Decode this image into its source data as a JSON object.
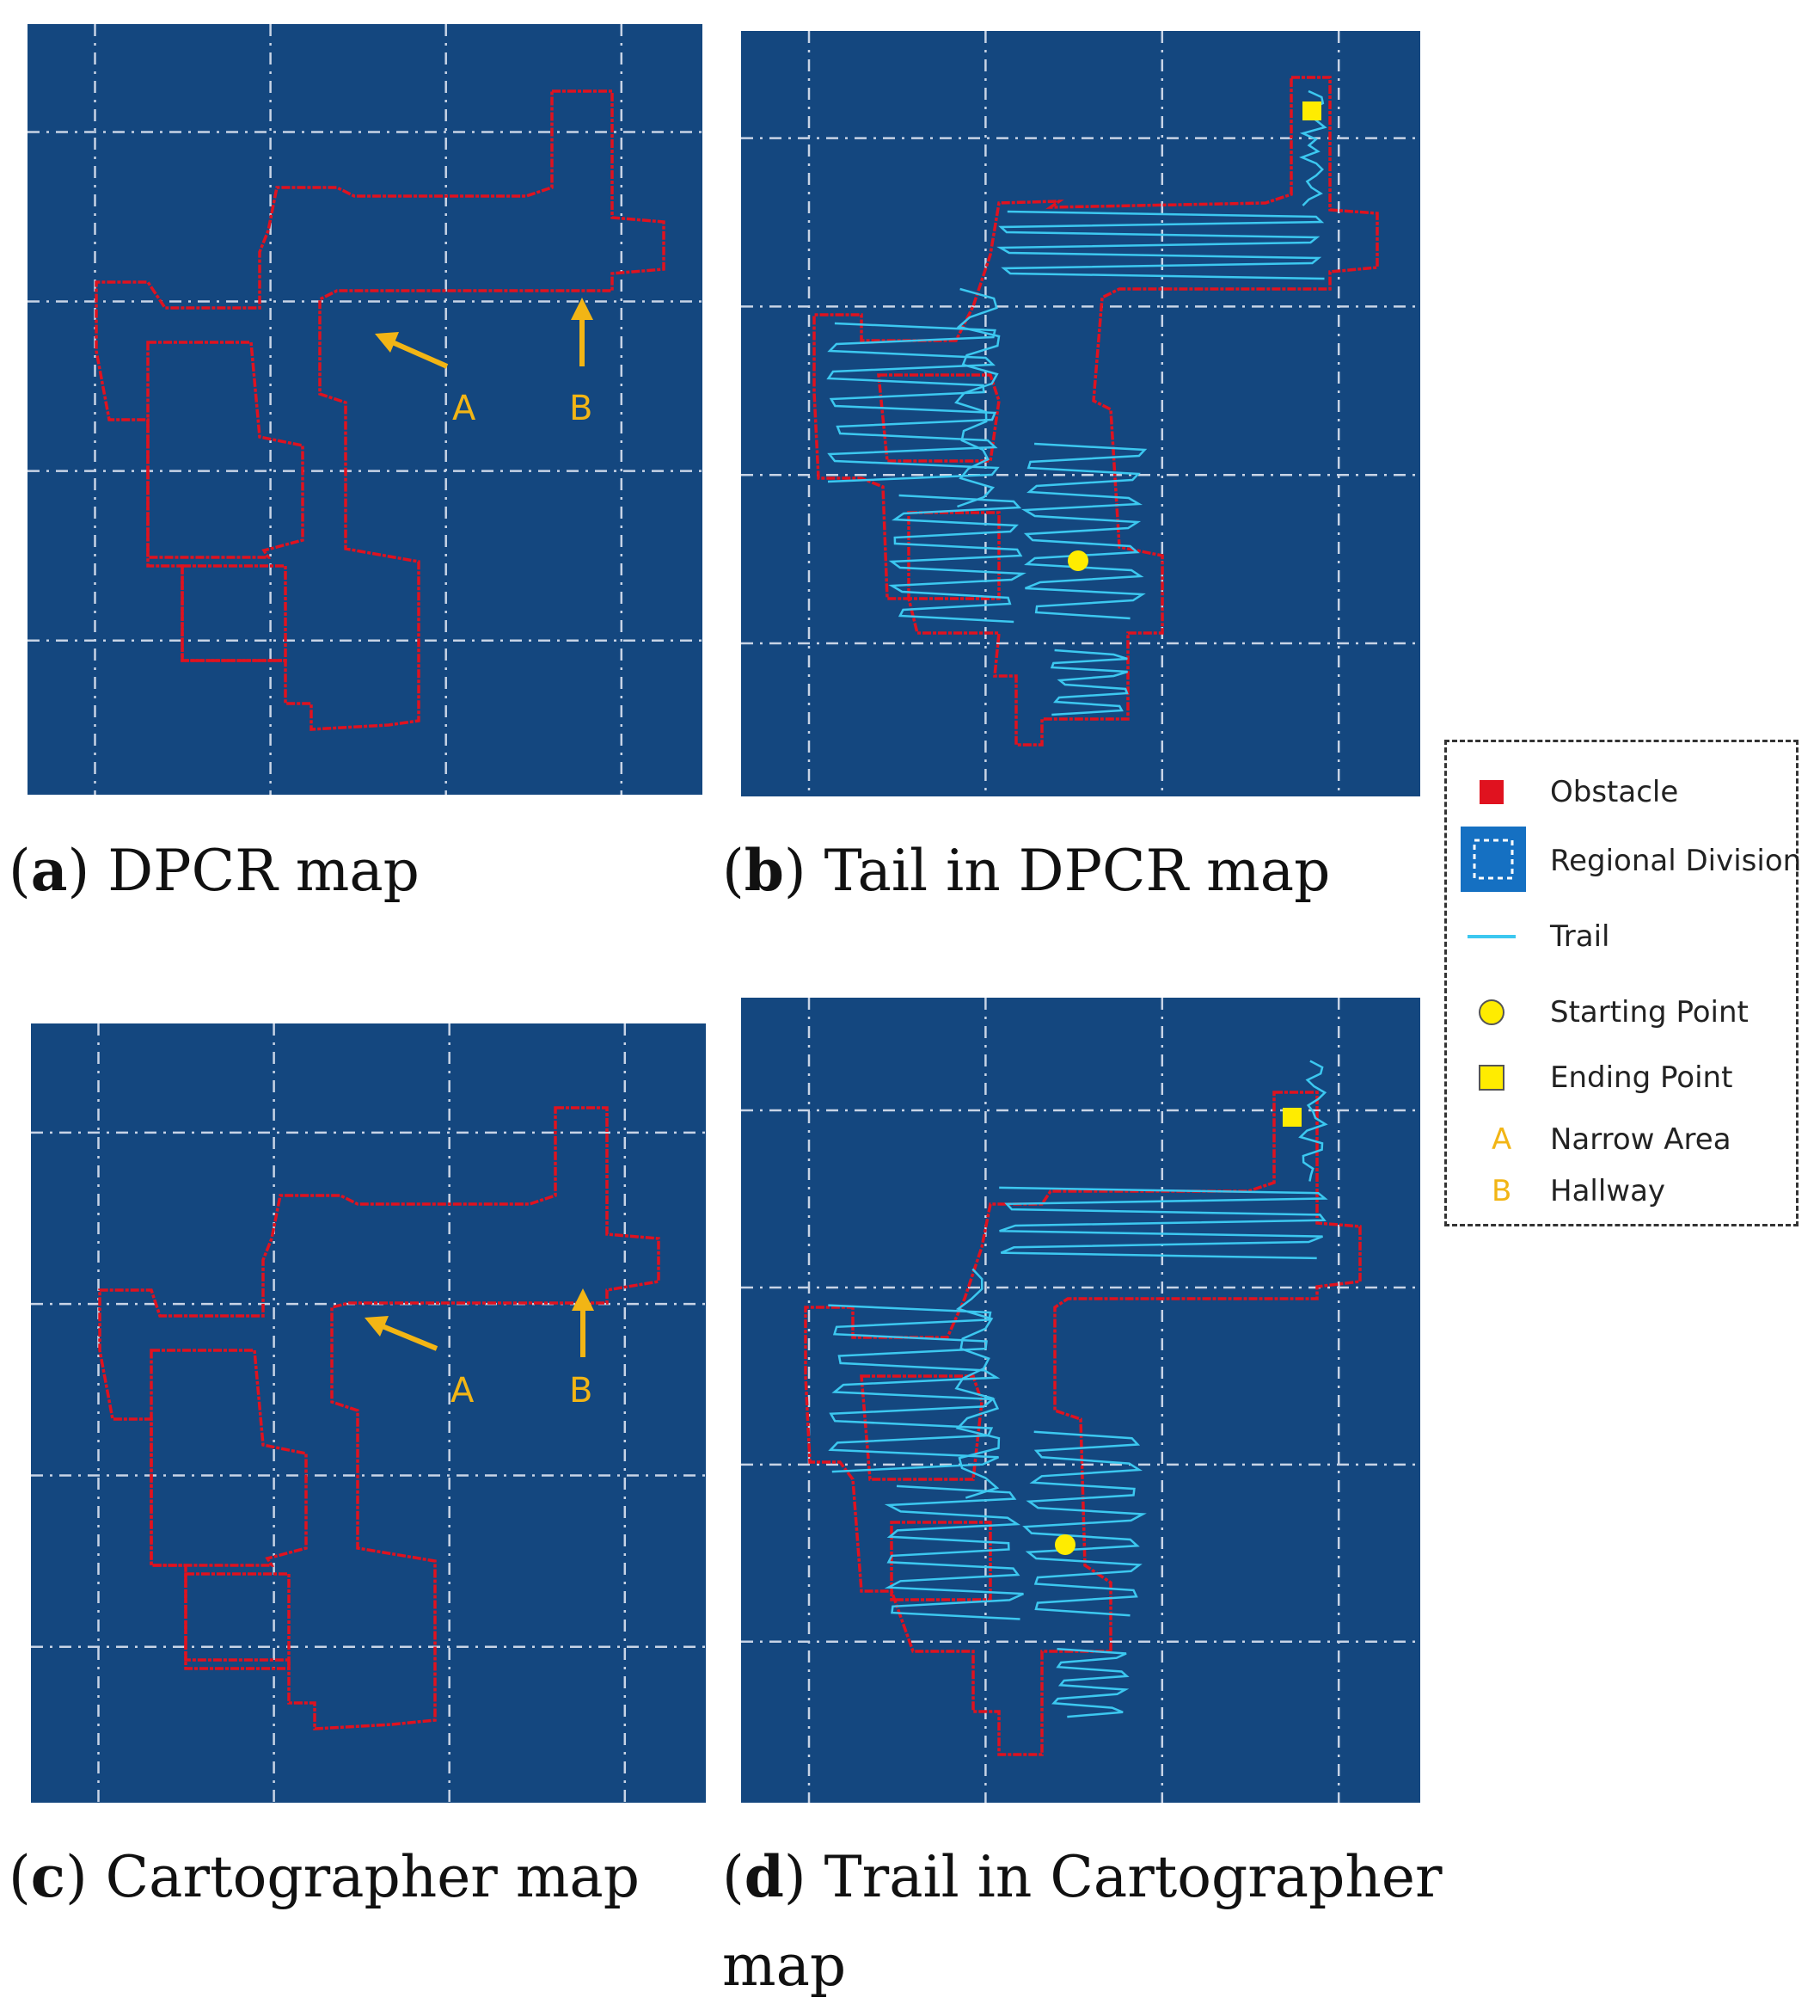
{
  "captions": {
    "a": {
      "letter": "a",
      "text": "DPCR map"
    },
    "b": {
      "letter": "b",
      "text": "Tail in DPCR map"
    },
    "c": {
      "letter": "c",
      "text": "Cartographer map"
    },
    "d": {
      "letter": "d",
      "text": "Trail in Cartographer",
      "text2": "map"
    }
  },
  "annotations": {
    "narrow": "A",
    "hallway": "B"
  },
  "legend": {
    "obstacle": "Obstacle",
    "region": "Regional Division",
    "trail": "Trail",
    "start": "Starting Point",
    "end": "Ending Point",
    "narrow_letter": "A",
    "narrow": "Narrow Area",
    "hallway_letter": "B",
    "hallway": "Hallway"
  },
  "colors": {
    "background": "#14477f",
    "obstacle": "#e0121f",
    "trail": "#3cc8f0",
    "marker": "#ffec00",
    "annotation": "#f2b515",
    "grid": "#c8d4e6"
  }
}
